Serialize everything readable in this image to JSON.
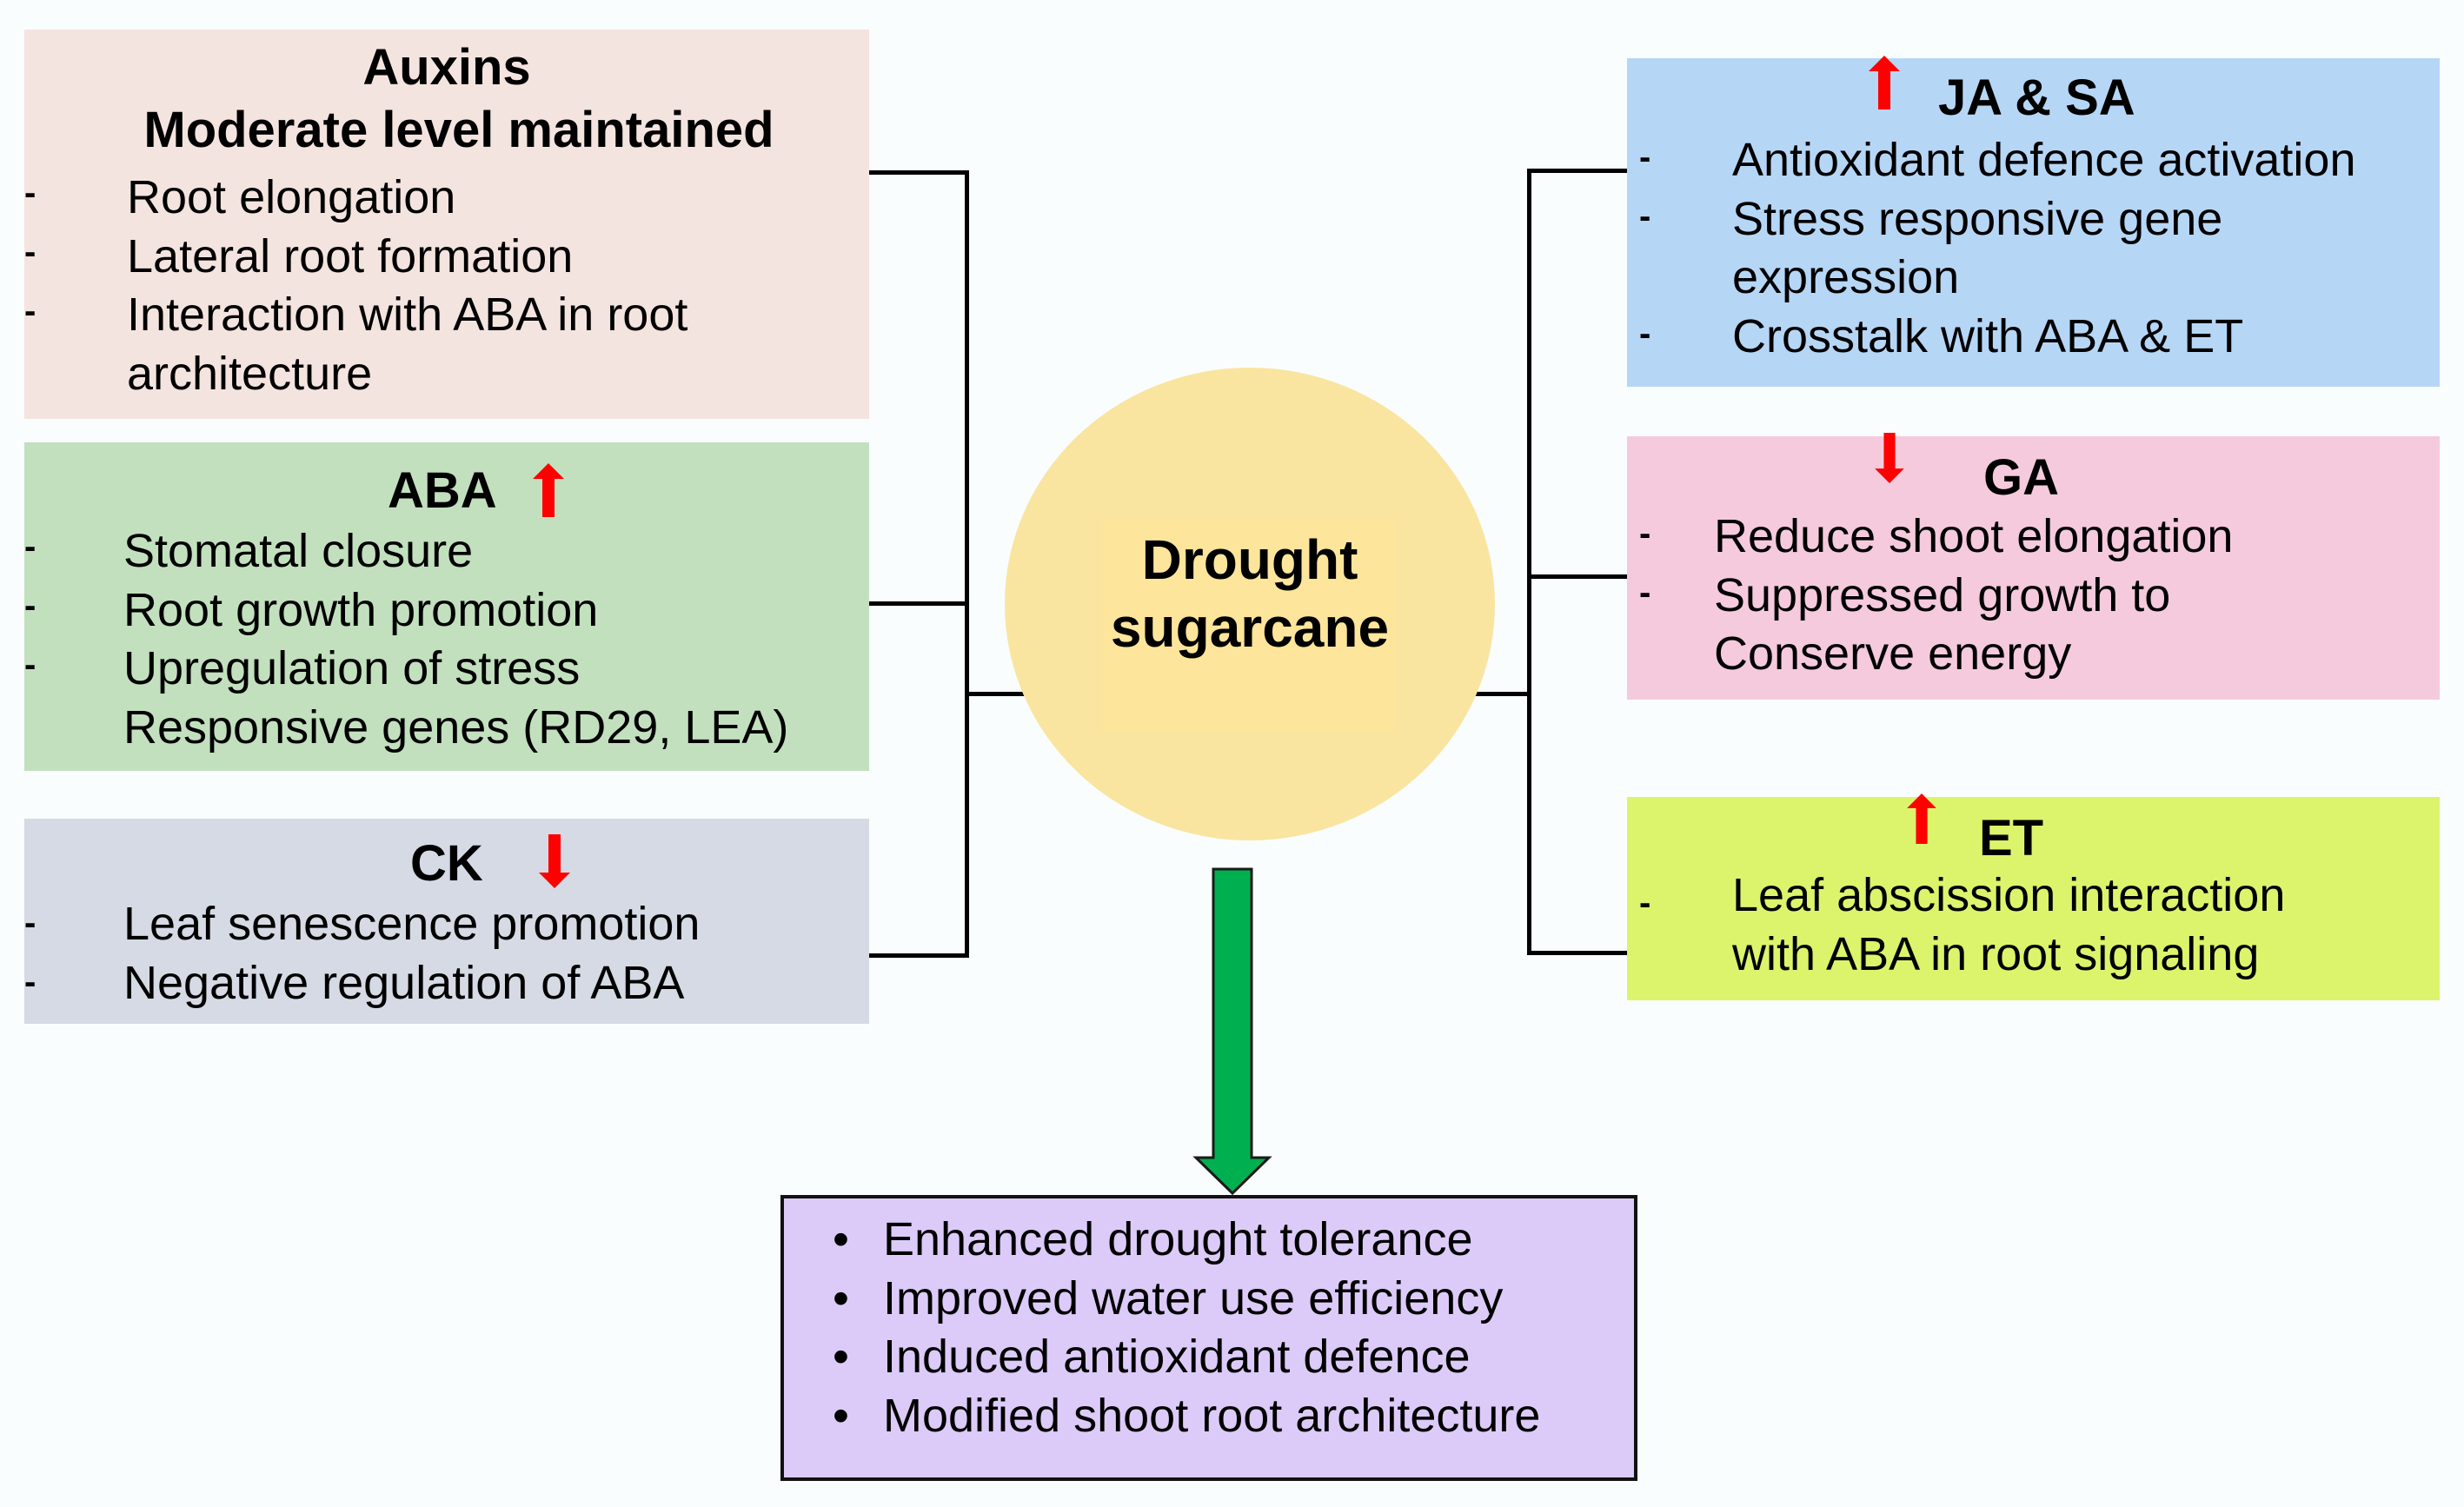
{
  "center": {
    "label_line1": "Drought",
    "label_line2": "sugarcane",
    "fill_color": "#f9e5a0"
  },
  "left_hormones": [
    {
      "id": "auxins",
      "title": "Auxins",
      "subtitle": "Moderate level maintained",
      "trend": "none",
      "color": "#f4e4e0",
      "items": [
        "Root elongation",
        "Lateral root formation",
        "Interaction with ABA in root",
        "architecture"
      ],
      "item_dashes": [
        true,
        true,
        true,
        false
      ]
    },
    {
      "id": "aba",
      "title": "ABA",
      "trend": "up",
      "color": "#c2e0be",
      "items": [
        "Stomatal closure",
        "Root growth promotion",
        "Upregulation of stress",
        "Responsive genes (RD29, LEA)"
      ],
      "item_dashes": [
        true,
        true,
        true,
        false
      ]
    },
    {
      "id": "ck",
      "title": "CK",
      "trend": "down",
      "color": "#d5dae4",
      "items": [
        "Leaf senescence promotion",
        "Negative regulation of ABA"
      ],
      "item_dashes": [
        true,
        true
      ]
    }
  ],
  "right_hormones": [
    {
      "id": "jasa",
      "title": "JA & SA",
      "trend": "up",
      "color": "#b6d6f6",
      "items": [
        "Antioxidant defence activation",
        "Stress responsive gene",
        "expression",
        "Crosstalk with ABA & ET"
      ],
      "item_dashes": [
        true,
        true,
        false,
        true
      ]
    },
    {
      "id": "ga",
      "title": "GA",
      "trend": "down",
      "color": "#f5cadc",
      "items": [
        "Reduce shoot elongation",
        "Suppressed growth to",
        "Conserve energy"
      ],
      "item_dashes": [
        true,
        true,
        false
      ]
    },
    {
      "id": "et",
      "title": "ET",
      "trend": "up",
      "color": "#dbf46c",
      "items": [
        "Leaf abscission interaction",
        "with ABA in root signaling"
      ],
      "item_dashes": [
        true,
        false
      ]
    }
  ],
  "outcome": {
    "color": "#dccbf8",
    "bullet": "•",
    "items": [
      "Enhanced drought tolerance",
      "Improved water use efficiency",
      "Induced antioxidant defence",
      "Modified shoot root architecture"
    ]
  },
  "symbols": {
    "dash": "-",
    "trend_up_icon": "red-up-arrow",
    "trend_down_icon": "red-down-arrow",
    "trend_color": "#ff0000",
    "flow_arrow_color": "#00b050"
  }
}
